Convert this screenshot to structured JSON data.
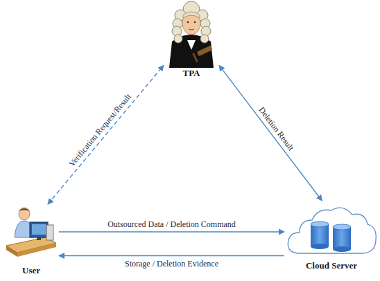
{
  "diagram": {
    "nodes": [
      {
        "text": [
          "TPA"
        ]
      },
      {
        "text": [
          "User"
        ]
      },
      {
        "text": [
          "Cloud Server"
        ]
      }
    ],
    "edges": [
      {
        "from": 1,
        "to": 0,
        "arrow": "both",
        "label": "Verification Request/Result"
      },
      {
        "from": 0,
        "to": 2,
        "arrow": "both",
        "label": "Deletion Result"
      },
      {
        "from": 1,
        "to": 2,
        "arrow": "to",
        "label": "Outsourced Data / Deletion Command"
      },
      {
        "from": 2,
        "to": 1,
        "arrow": "to",
        "label": "Storage / Deletion Evidence"
      }
    ]
  }
}
